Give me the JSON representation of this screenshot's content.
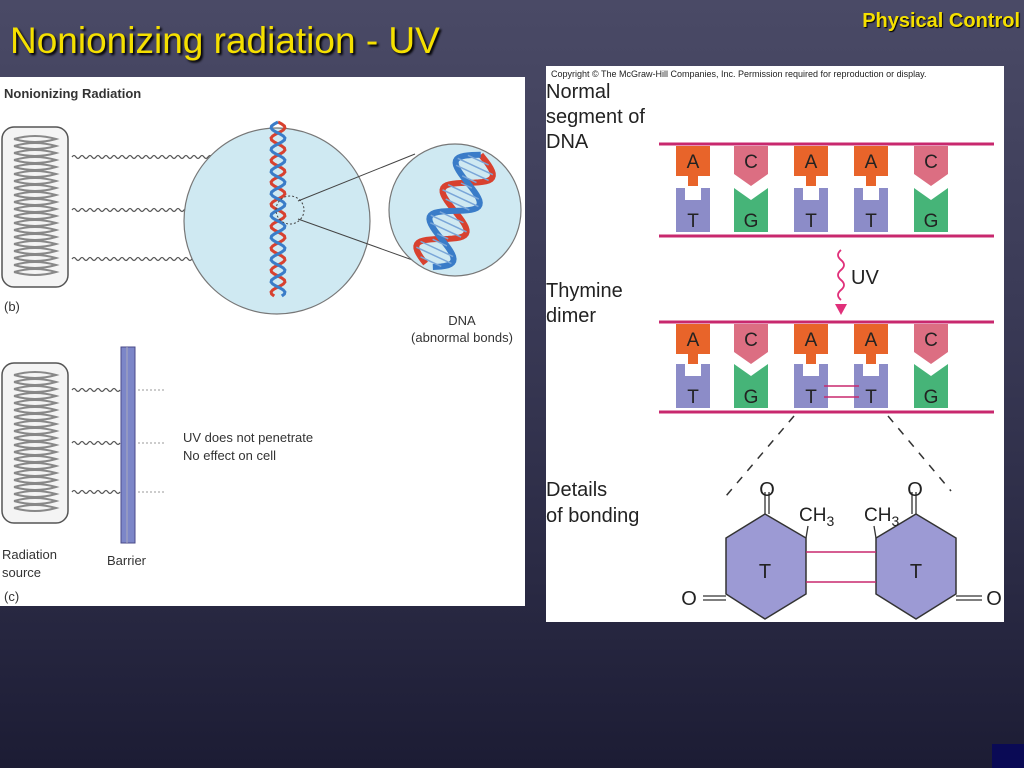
{
  "slide": {
    "title": "Nonionizing radiation - UV",
    "section": "Physical Control"
  },
  "left_figure": {
    "heading": "Nonionizing Radiation",
    "panel_b_label": "(b)",
    "panel_c_label": "(c)",
    "dna_label": "DNA",
    "dna_sublabel": "(abnormal bonds)",
    "note_line1": "UV does not penetrate",
    "note_line2": "No effect on cell",
    "source_line1": "Radiation",
    "source_line2": "source",
    "barrier_label": "Barrier"
  },
  "right_figure": {
    "copyright": "Copyright © The McGraw-Hill Companies, Inc. Permission required for reproduction or display.",
    "normal_label": [
      "Normal",
      "segment of",
      "DNA"
    ],
    "dimer_label": [
      "Thymine",
      "dimer"
    ],
    "details_label": [
      "Details",
      "of bonding"
    ],
    "uv_label": "UV",
    "top_bases": [
      "A",
      "C",
      "A",
      "A",
      "C"
    ],
    "bottom_bases": [
      "T",
      "G",
      "T",
      "T",
      "G"
    ],
    "dimer_top_bases": [
      "A",
      "C",
      "A",
      "A",
      "C"
    ],
    "dimer_bottom_bases": [
      "T",
      "G",
      "T",
      "T",
      "G"
    ],
    "ring_label": "T",
    "oxygen": "O",
    "methyl": "CH",
    "methyl_sub": "3"
  },
  "colors": {
    "title": "#f5e000",
    "strand": "#c8286e",
    "adenine": "#e8642a",
    "cytosine": "#dc6e82",
    "thymine": "#8c8cc8",
    "guanine": "#46b478",
    "cell": "#cfe9f2"
  }
}
